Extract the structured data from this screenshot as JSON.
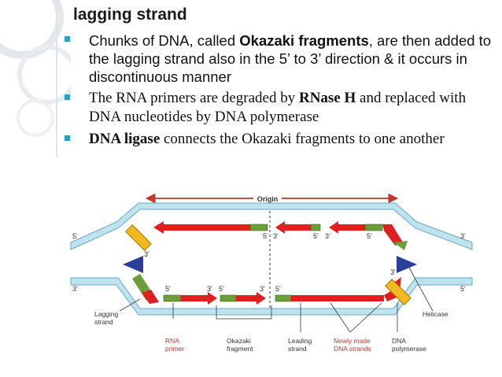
{
  "slide": {
    "title": "lagging strand",
    "bullets": [
      {
        "pre": "Chunks of DNA, called ",
        "bold": "Okazaki fragments",
        "post": ", are then added to the lagging strand also in the 5’ to 3’ direction & it occurs in discontinuous manner"
      },
      {
        "pre": "The RNA primers are degraded by ",
        "bold": "RNase H",
        "post": " and replaced with DNA nucleotides by DNA polymerase"
      },
      {
        "pre": "",
        "bold": "DNA ligase",
        "post": " connects the Okazaki fragments to one another"
      }
    ]
  },
  "diagram": {
    "origin": "Origin",
    "top_strand_left_end": "5'",
    "top_strand_right_end": "3'",
    "bottom_strand_left_end": "3'",
    "bottom_strand_right_end": "5'",
    "top_primer_left_end": "3'",
    "top_new_5_a": "5'",
    "top_new_3_a": "3'",
    "top_new_5_b": "5'",
    "top_new_3_b": "3'",
    "top_new_5_c": "5'",
    "bottom_primer_right_end": "3'",
    "bottom_new_5_a": "5'",
    "bottom_new_3_a": "3'",
    "bottom_new_5_b": "5'",
    "bottom_new_3_b": "3'",
    "bottom_new_5_c": "5'",
    "labels": {
      "lagging_strand": [
        "Lagging",
        "strand"
      ],
      "rna_primer": [
        "RNA",
        "primer"
      ],
      "okazaki_fragment": [
        "Okazaki",
        "fragment"
      ],
      "leading_strand": [
        "Leading",
        "strand"
      ],
      "newly_made": [
        "Newly made",
        "DNA strands"
      ],
      "dna_polymerase": [
        "DNA",
        "polymerase"
      ],
      "helicase": "Helicase"
    },
    "colors": {
      "parental_strand": "#bfe3ee",
      "parental_outline": "#6aaac4",
      "new_strand": "#e02020",
      "primer": "#6d9c3a",
      "polymerase": "#f2b820",
      "helicase": "#2b3f9a",
      "newly_made_label": "#c0392b",
      "rna_label": "#c0392b"
    }
  }
}
